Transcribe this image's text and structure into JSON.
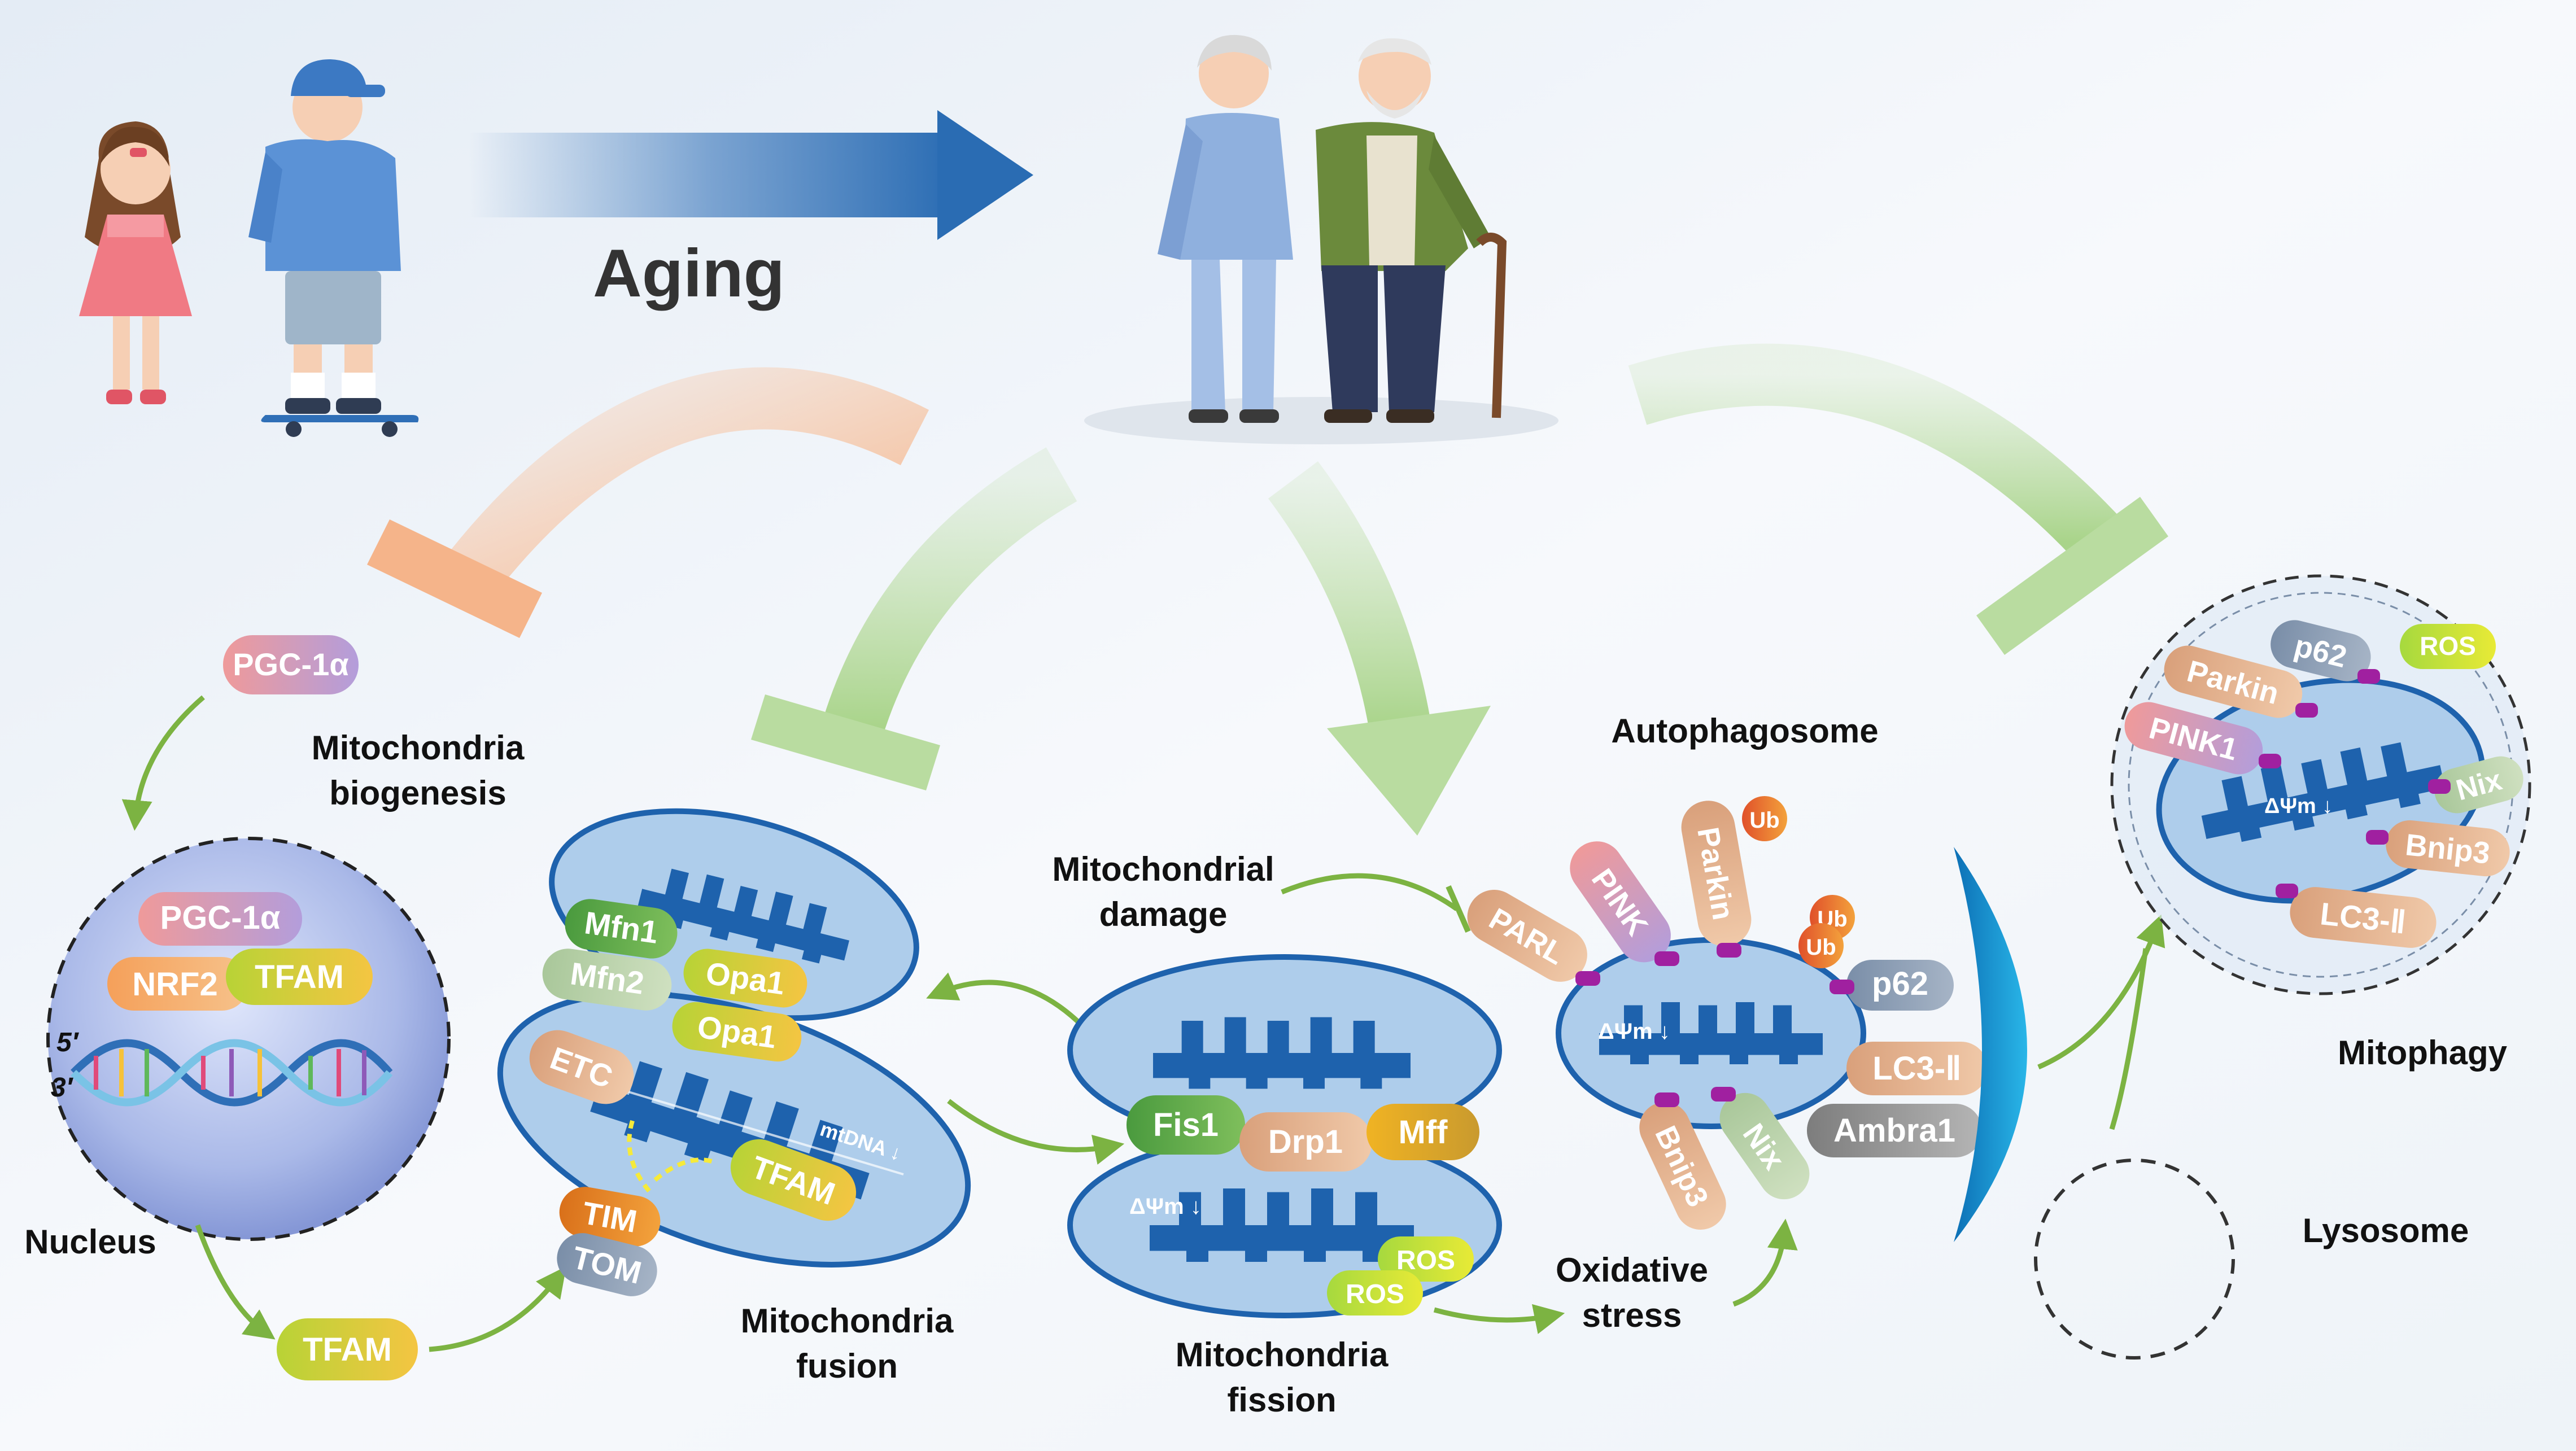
{
  "header": {
    "aging_label": "Aging"
  },
  "labels": {
    "biogenesis": [
      "Mitochondria",
      "biogenesis"
    ],
    "nucleus": "Nucleus",
    "strand5": "5′",
    "strand3": "3′",
    "fusion": [
      "Mitochondria",
      "fusion"
    ],
    "fission": [
      "Mitochondria",
      "fission"
    ],
    "damage": [
      "Mitochondrial",
      "damage"
    ],
    "oxidative": [
      "Oxidative",
      "stress"
    ],
    "autophagosome": "Autophagosome",
    "mitophagy": "Mitophagy",
    "lysosome": "Lysosome",
    "delta_psi": "ΔΨm ↓",
    "mtdna": "mtDNA ↓"
  },
  "proteins": {
    "pgc_top": "PGC-1α",
    "pgc_nuc": "PGC-1α",
    "nrf2": "NRF2",
    "tfam_nuc": "TFAM",
    "tfam_bottom": "TFAM",
    "tim": "TIM",
    "tom": "TOM",
    "mfn1": "Mfn1",
    "mfn2": "Mfn2",
    "opa1_a": "Opa1",
    "opa1_b": "Opa1",
    "etc": "ETC",
    "tfam_mito": "TFAM",
    "fis1": "Fis1",
    "drp1": "Drp1",
    "mff": "Mff",
    "ros_a": "ROS",
    "ros_b": "ROS",
    "parl": "PARL",
    "pink": "PINK",
    "parkin": "Parkin",
    "ub_a": "Ub",
    "ub_b": "Ub",
    "ub_c": "Ub",
    "p62": "p62",
    "lc3": "LC3-Ⅱ",
    "ambra1": "Ambra1",
    "nix": "Nix",
    "bnip3": "Bnip3",
    "m_p62": "p62",
    "m_ros": "ROS",
    "m_parkin": "Parkin",
    "m_pink1": "PINK1",
    "m_nix": "Nix",
    "m_bnip3": "Bnip3",
    "m_lc3": "LC3-Ⅱ"
  }
}
